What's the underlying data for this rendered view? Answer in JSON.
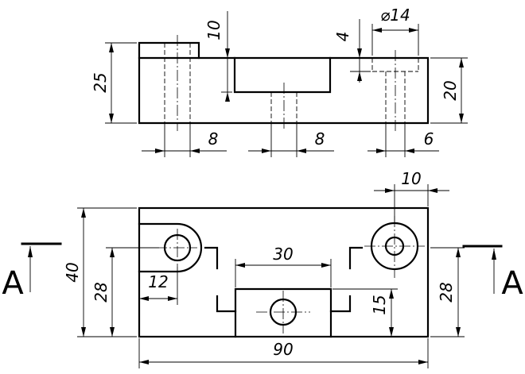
{
  "front_view": {
    "dimensions": {
      "overall_height": "25",
      "boss_height": "10",
      "slot_depth": "4",
      "counterbore_diameter": "⌀14",
      "base_height": "20",
      "hole_left": "8",
      "hole_middle": "8",
      "hole_right": "6"
    }
  },
  "top_view": {
    "dimensions": {
      "edge_to_right_hole": "10",
      "slot_width": "30",
      "depth_total": "40",
      "hole_spacing_left": "28",
      "left_hole_offset": "12",
      "slot_depth": "15",
      "hole_spacing_right": "28",
      "overall_length": "90"
    }
  },
  "section_marks": {
    "left": "A",
    "right": "A"
  }
}
